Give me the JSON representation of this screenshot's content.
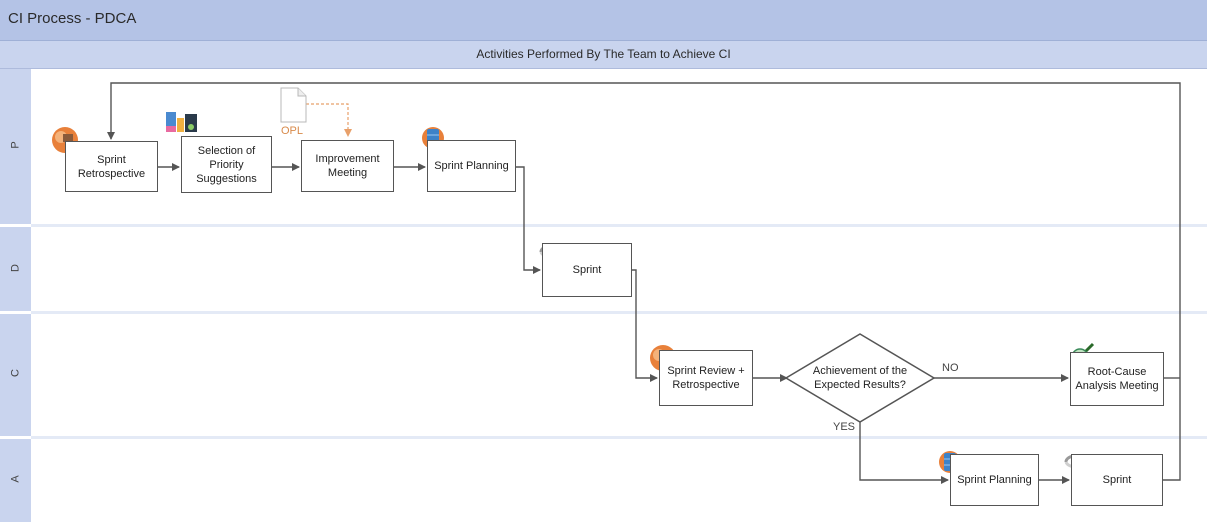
{
  "header": {
    "title": "CI Process - PDCA",
    "subtitle": "Activities Performed By The Team to Achieve CI"
  },
  "lanes": [
    "P",
    "D",
    "C",
    "A"
  ],
  "nodes": {
    "sprint_retrospective": "Sprint Retrospective",
    "selection": "Selection of Priority Suggestions",
    "improvement_meeting": "Improvement Meeting",
    "sprint_planning_p": "Sprint Planning",
    "sprint_d": "Sprint",
    "sprint_review": "Sprint Review + Retrospective",
    "decision": "Achievement of the Expected Results?",
    "root_cause": "Root-Cause Analysis Meeting",
    "sprint_planning_a": "Sprint Planning",
    "sprint_a": "Sprint"
  },
  "artifacts": {
    "opl": "OPL"
  },
  "edge_labels": {
    "no": "NO",
    "yes": "YES"
  },
  "icons": [
    "team-meeting-icon",
    "chart-report-icon",
    "document-icon",
    "database-icon",
    "cycle-icon",
    "magnifier-icon"
  ],
  "colors": {
    "title_bar": "#b4c3e6",
    "lane_bar": "#c9d4ee",
    "accent_orange": "#e8803a",
    "database_blue": "#3c82c8"
  }
}
